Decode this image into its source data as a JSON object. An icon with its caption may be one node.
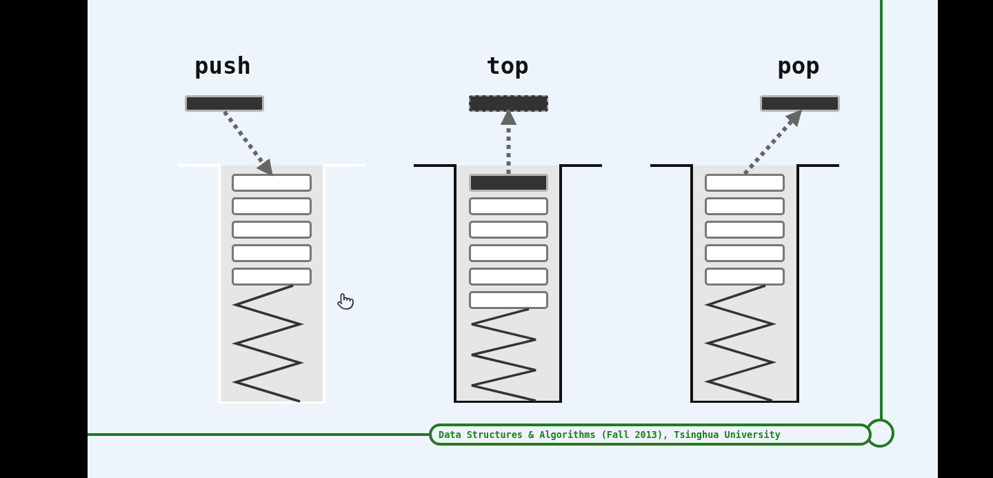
{
  "diagram": {
    "nodes": [
      {
        "text": [],
        "shape": "bar"
      },
      {
        "text": [],
        "shape": "box"
      },
      {
        "text": [],
        "shape": "box",
        "in": 1
      },
      {
        "text": [],
        "shape": "box",
        "in": 1
      },
      {
        "text": [],
        "shape": "box",
        "in": 1
      },
      {
        "text": [],
        "shape": "box",
        "in": 1
      },
      {
        "text": [],
        "shape": "box",
        "in": 1
      },
      {
        "text": [],
        "shape": "bar"
      },
      {
        "text": [],
        "shape": "box"
      },
      {
        "text": [],
        "shape": "bar",
        "in": 8
      },
      {
        "text": [],
        "shape": "box",
        "in": 8
      },
      {
        "text": [],
        "shape": "box",
        "in": 8
      },
      {
        "text": [],
        "shape": "box",
        "in": 8
      },
      {
        "text": [],
        "shape": "box",
        "in": 8
      },
      {
        "text": [],
        "shape": "box",
        "in": 8
      },
      {
        "text": [],
        "shape": "bar"
      },
      {
        "text": [],
        "shape": "box"
      },
      {
        "text": [],
        "shape": "box",
        "in": 16
      },
      {
        "text": [],
        "shape": "box",
        "in": 16
      },
      {
        "text": [],
        "shape": "box",
        "in": 16
      },
      {
        "text": [],
        "shape": "box",
        "in": 16
      },
      {
        "text": [],
        "shape": "box",
        "in": 16
      },
      {
        "text": [
          "Data Structures & Algorithms (Fall 2013), Tsinghua University"
        ]
      }
    ],
    "edges": [
      {
        "from": 0,
        "to": 2,
        "arrow": "to",
        "style": "dashed"
      },
      {
        "from": 9,
        "to": 7,
        "arrow": "to",
        "style": "dashed"
      },
      {
        "from": 17,
        "to": 15,
        "arrow": "to",
        "style": "dashed"
      }
    ],
    "labels": [
      "push",
      "top",
      "pop"
    ]
  }
}
